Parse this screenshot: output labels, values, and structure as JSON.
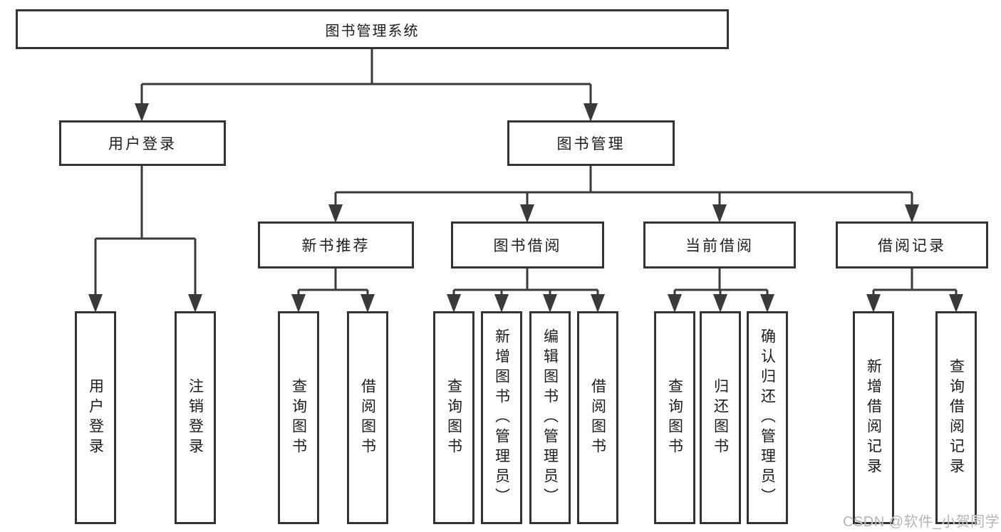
{
  "diagram": {
    "title": "图书管理系统",
    "line_color": "#3a3a3a",
    "text_color": "#1c1c1c",
    "root": {
      "label": "图书管理系统"
    },
    "level2": [
      {
        "label": "用户登录"
      },
      {
        "label": "图书管理"
      }
    ],
    "level3": [
      {
        "label": "新书推荐",
        "parent": "图书管理"
      },
      {
        "label": "图书借阅",
        "parent": "图书管理"
      },
      {
        "label": "当前借阅",
        "parent": "图书管理"
      },
      {
        "label": "借阅记录",
        "parent": "图书管理"
      }
    ],
    "leaves": [
      {
        "label": "用户登录",
        "parent": "用户登录"
      },
      {
        "label": "注销登录",
        "parent": "用户登录"
      },
      {
        "label": "查询图书",
        "parent": "新书推荐"
      },
      {
        "label": "借阅图书",
        "parent": "新书推荐"
      },
      {
        "label": "查询图书",
        "parent": "图书借阅"
      },
      {
        "label": "新增图书（管理员）",
        "parent": "图书借阅"
      },
      {
        "label": "编辑图书（管理员）",
        "parent": "图书借阅"
      },
      {
        "label": "借阅图书",
        "parent": "图书借阅"
      },
      {
        "label": "查询图书",
        "parent": "当前借阅"
      },
      {
        "label": "归还图书",
        "parent": "当前借阅"
      },
      {
        "label": "确认归还（管理员）",
        "parent": "当前借阅"
      },
      {
        "label": "新增借阅记录",
        "parent": "借阅记录"
      },
      {
        "label": "查询借阅记录",
        "parent": "借阅记录"
      }
    ]
  },
  "watermark": {
    "text": "CSDN @软件_小贺同学"
  }
}
